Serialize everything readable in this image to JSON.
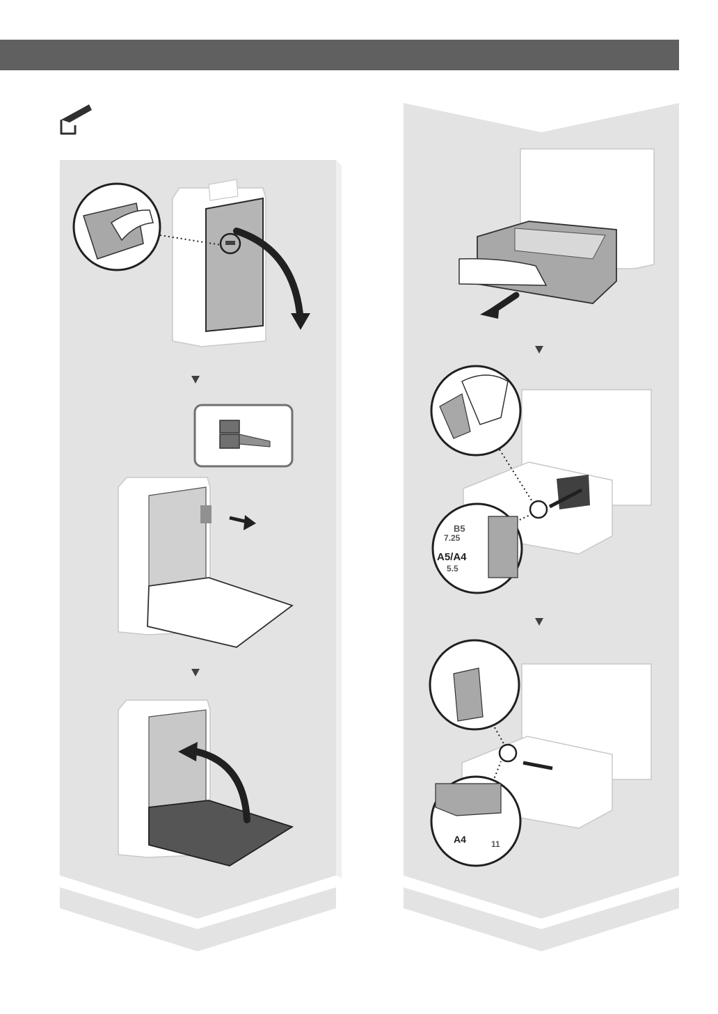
{
  "header": {
    "color": "#606060"
  },
  "panels": {
    "left": {
      "background": "#e3e3e3",
      "steps": [
        "open-rear-cover",
        "remove-tape",
        "close-cover"
      ]
    },
    "right": {
      "background": "#e3e3e3",
      "steps": [
        "pull-out-paper-drawer",
        "slide-paper-guides",
        "slide-end-guide"
      ]
    }
  },
  "guide_labels": {
    "b5": "B5",
    "b5_size": "7.25",
    "a5_a4": "A5/A4",
    "a5_size": "5.5",
    "a4": "A4",
    "num_11": "11"
  },
  "icons": [
    "tape-icon",
    "step-down-icon",
    "pull-arrow-icon",
    "double-arrow-icon",
    "curved-arrow-icon"
  ]
}
